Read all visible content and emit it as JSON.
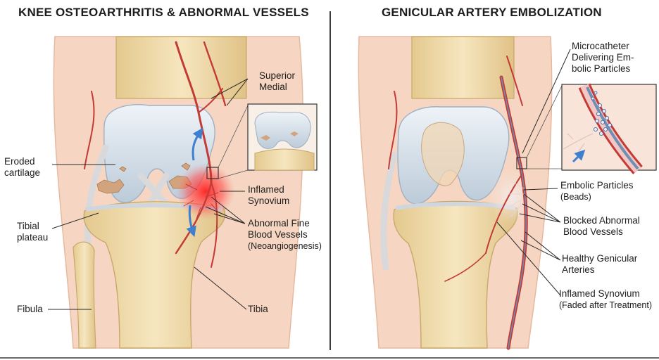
{
  "titles": {
    "left": "KNEE OSTEOARTHRITIS & ABNORMAL VESSELS",
    "right": "GENICULAR ARTERY EMBOLIZATION"
  },
  "labels_left": {
    "superior_medial_1": "Superior",
    "superior_medial_2": "Medial",
    "eroded_1": "Eroded",
    "eroded_2": "cartilage",
    "tibial_1": "Tibial",
    "tibial_2": "plateau",
    "fibula": "Fibula",
    "inflamed_1": "Inflamed",
    "inflamed_2": "Synovium",
    "abnormal_1": "Abnormal Fine",
    "abnormal_2": "Blood Vessels",
    "abnormal_3": "(Neoangiogenesis)",
    "tibia": "Tibia"
  },
  "labels_right": {
    "micro_1": "Microcatheter",
    "micro_2": "Delivering Em-",
    "micro_3": "bolic Particles",
    "embolic_1": "Embolic Particles",
    "embolic_2": "(Beads)",
    "blocked_1": "Blocked Abnormal",
    "blocked_2": "Blood Vessels",
    "healthy_1": "Healthy Genicular",
    "healthy_2": "Arteries",
    "synovium_1": "Inflamed Synovium",
    "synovium_2": "(Faded after Treatment)"
  },
  "colors": {
    "skin": "#f6d6c2",
    "bone": "#efd9a6",
    "cartilage": "#d7e2ec",
    "artery": "#c33a36",
    "inflammation": "#ff2a2a",
    "catheter": "#6f8fb3",
    "arrow": "#3f7fd0"
  }
}
